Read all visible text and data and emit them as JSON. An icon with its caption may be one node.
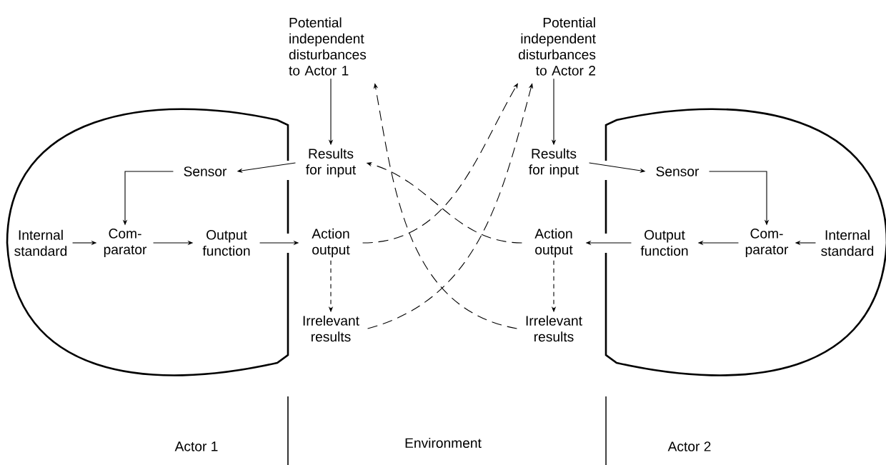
{
  "diagram": {
    "nodes": [
      {
        "text": [
          "Actor 1"
        ]
      },
      {
        "text": [
          "Sensor"
        ],
        "in": 0
      },
      {
        "text": [
          "Internal standard"
        ],
        "in": 0
      },
      {
        "text": [
          "Com- parator"
        ],
        "in": 0
      },
      {
        "text": [
          "Output function"
        ],
        "in": 0
      },
      {
        "text": [
          "Potential independent disturbances to Actor 1"
        ]
      },
      {
        "text": [
          "Results for input"
        ]
      },
      {
        "text": [
          "Action output"
        ]
      },
      {
        "text": [
          "Irrelevant results"
        ]
      },
      {
        "text": [
          "Potential independent disturbances to Actor 2"
        ]
      },
      {
        "text": [
          "Results for input"
        ]
      },
      {
        "text": [
          "Action output"
        ]
      },
      {
        "text": [
          "Irrelevant results"
        ]
      },
      {
        "text": [
          "Actor 2"
        ]
      },
      {
        "text": [
          "Sensor"
        ],
        "in": 13
      },
      {
        "text": [
          "Com- parator"
        ],
        "in": 13
      },
      {
        "text": [
          "Output function"
        ],
        "in": 13
      },
      {
        "text": [
          "Internal standard"
        ],
        "in": 13
      }
    ],
    "edges": [
      {
        "from": 6,
        "to": 1,
        "arrow": "to"
      },
      {
        "from": 1,
        "to": 3,
        "arrow": "to"
      },
      {
        "from": 2,
        "to": 3,
        "arrow": "to"
      },
      {
        "from": 3,
        "to": 4,
        "arrow": "to"
      },
      {
        "from": 4,
        "to": 7,
        "arrow": "to"
      },
      {
        "from": 5,
        "to": 6,
        "arrow": "to"
      },
      {
        "from": 7,
        "to": 8,
        "arrow": "to",
        "style": "dashed"
      },
      {
        "from": 7,
        "to": 9,
        "arrow": "to",
        "style": "dashed"
      },
      {
        "from": 8,
        "to": 9,
        "arrow": "to",
        "style": "dashed"
      },
      {
        "from": 12,
        "to": 5,
        "arrow": "to",
        "style": "dashed"
      },
      {
        "from": 11,
        "to": 6,
        "arrow": "to",
        "style": "dashed"
      },
      {
        "from": 9,
        "to": 10,
        "arrow": "to"
      },
      {
        "from": 10,
        "to": 14,
        "arrow": "to"
      },
      {
        "from": 14,
        "to": 15,
        "arrow": "to"
      },
      {
        "from": 17,
        "to": 15,
        "arrow": "to"
      },
      {
        "from": 15,
        "to": 16,
        "arrow": "to"
      },
      {
        "from": 16,
        "to": 11,
        "arrow": "to"
      },
      {
        "from": 11,
        "to": 12,
        "arrow": "to",
        "style": "dashed"
      }
    ],
    "labels": [
      "Environment"
    ]
  }
}
